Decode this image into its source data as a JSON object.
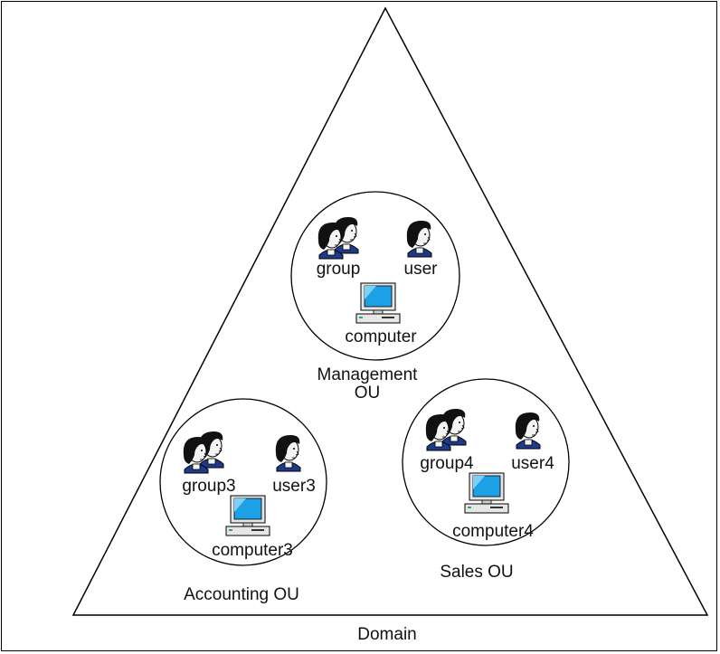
{
  "domain": {
    "label": "Domain",
    "icon": "domain-triangle"
  },
  "ous": [
    {
      "key": "management",
      "label_line1": "Management",
      "label_line2": "OU",
      "group_label": "group",
      "user_label": "user",
      "computer_label": "computer"
    },
    {
      "key": "accounting",
      "label_line1": "Accounting OU",
      "label_line2": "",
      "group_label": "group3",
      "user_label": "user3",
      "computer_label": "computer3"
    },
    {
      "key": "sales",
      "label_line1": "Sales OU",
      "label_line2": "",
      "group_label": "group4",
      "user_label": "user4",
      "computer_label": "computer4"
    }
  ],
  "colors": {
    "line": "#000000",
    "hair": "#111111",
    "skin": "#f4f4f4",
    "shirt": "#1f3a8a",
    "screen": "#1ea0e6",
    "case": "#e6e6e6"
  },
  "icons": {
    "group": "group-icon",
    "user": "user-icon",
    "computer": "computer-icon"
  }
}
